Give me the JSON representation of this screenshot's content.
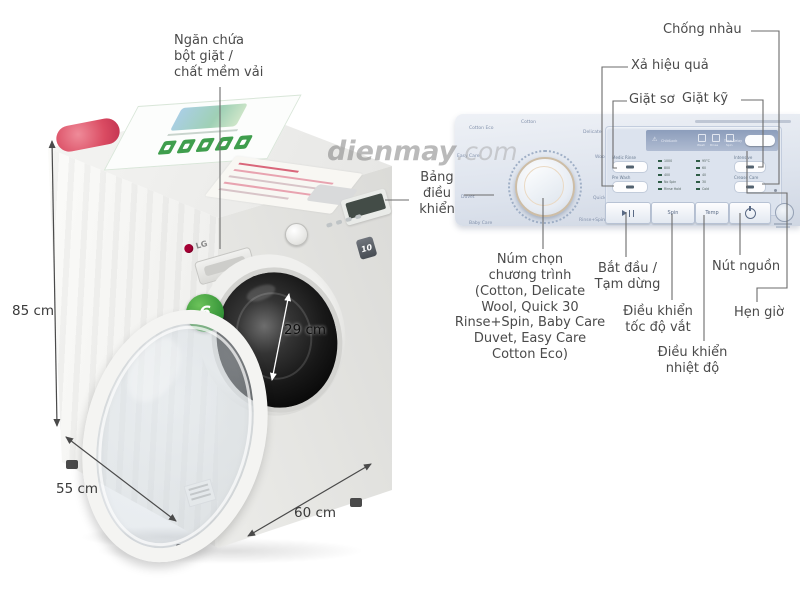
{
  "watermark": {
    "name": "dienmay",
    "tld": ".com"
  },
  "dimensions": {
    "height": "85 cm",
    "depth": "55 cm",
    "width": "60 cm",
    "door": "29 cm"
  },
  "annotations": {
    "detergent_line1": "Ngăn chứa",
    "detergent_line2": "bột giặt /",
    "detergent_line3": "chất mềm vải",
    "anti_crease": "Chống nhàu",
    "efficient_rinse": "Xả hiệu quả",
    "pre_wash": "Giặt sơ",
    "intensive_wash": "Giặt kỹ",
    "control_panel_line1": "Bảng",
    "control_panel_line2": "điều",
    "control_panel_line3": "khiển",
    "knob_line1": "Núm chọn",
    "knob_line2": "chương trình",
    "knob_line3": "(Cotton, Delicate",
    "knob_line4": "Wool, Quick 30",
    "knob_line5": "Rinse+Spin, Baby Care",
    "knob_line6": "Duvet, Easy Care",
    "knob_line7": "Cotton Eco)",
    "start_pause_line1": "Bắt đầu /",
    "start_pause_line2": "Tạm dừng",
    "spin_control_line1": "Điều khiển",
    "spin_control_line2": "tốc độ vắt",
    "temp_control_line1": "Điều khiển",
    "temp_control_line2": "nhiệt độ",
    "power_button": "Nút nguồn",
    "timer": "Hẹn giờ"
  },
  "machine": {
    "brand": "LG",
    "motion_badge": "6",
    "dd_badge": "10"
  },
  "panel": {
    "dial_labels": {
      "cotton_eco": "Cotton Eco",
      "cotton": "Cotton",
      "delicate": "Delicate",
      "wool": "Wool",
      "quick30": "Quick 30",
      "rinse_spin": "Rinse+Spin",
      "baby_care": "Baby Care",
      "duvet": "Duvet",
      "easy_care": "Easy Care"
    },
    "display": {
      "child_lock": "ChildLock",
      "phase_wash": "Wash",
      "phase_rinse": "Rinse",
      "phase_spin": "Spin",
      "time_delay": "Time Delay",
      "medic_rinse": "Medic Rinse",
      "pre_wash": "Pre Wash",
      "intensive": "Intensive",
      "crease_care": "Crease Care",
      "spin_leds": [
        "1000",
        "800",
        "400",
        "No Spin",
        "Rinse Hold"
      ],
      "temp_leds": [
        "95°C",
        "60",
        "40",
        "30",
        "Cold"
      ]
    },
    "buttons": {
      "spin": "Spin",
      "temp": "Temp"
    },
    "warn_icon": "⚠"
  },
  "colors": {
    "accent_green": "#3f9e4d",
    "lg_red": "#a50034",
    "label_text": "#4a4a4a",
    "line": "#6b6b6b",
    "panel_bg": "#dde4ee"
  }
}
